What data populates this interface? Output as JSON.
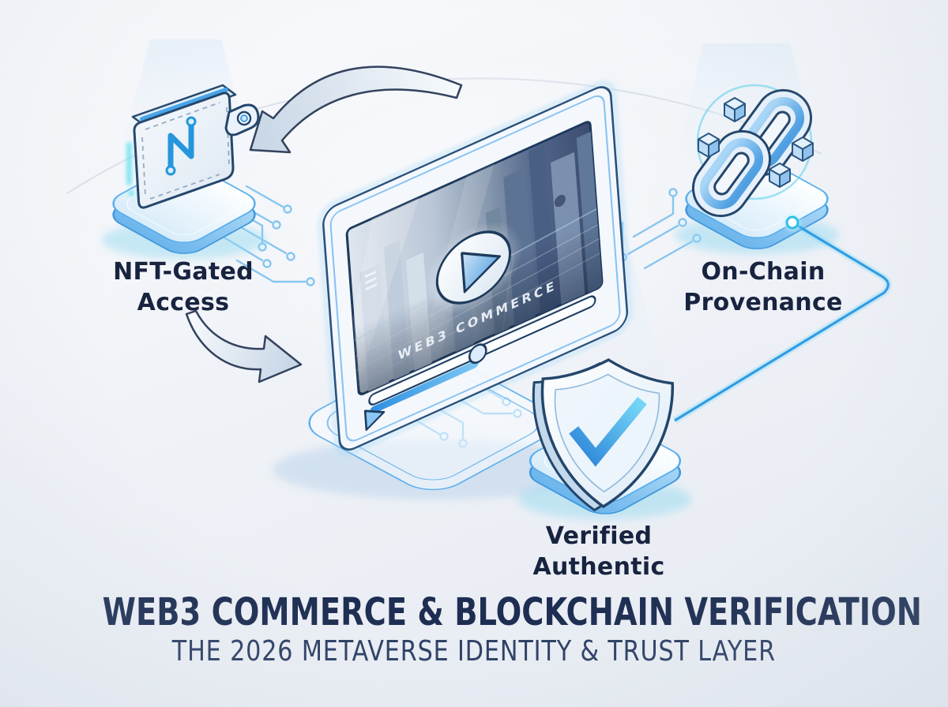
{
  "poster": {
    "title": "WEB3 COMMERCE & BLOCKCHAIN VERIFICATION",
    "subtitle": "THE 2026 METAVERSE IDENTITY & TRUST LAYER"
  },
  "nodes": {
    "wallet": {
      "line1": "NFT-Gated",
      "line2": "Access",
      "icon": "wallet-nft-icon"
    },
    "chain": {
      "line1": "On-Chain",
      "line2": "Provenance",
      "icon": "chain-link-icon"
    },
    "shield": {
      "line1": "Verified Authentic",
      "icon": "shield-check-icon"
    }
  },
  "player": {
    "video_caption": "WEB3 COMMERCE",
    "progress_percent": 48,
    "icon": "play-icon"
  },
  "colors": {
    "background_top": "#fafbfd",
    "background_bottom": "#e6ebf2",
    "accent_blue": "#3f9fe8",
    "cyan_glow": "#5ad8f0",
    "navy_outline": "#24466b",
    "text_navy": "#17233f"
  }
}
